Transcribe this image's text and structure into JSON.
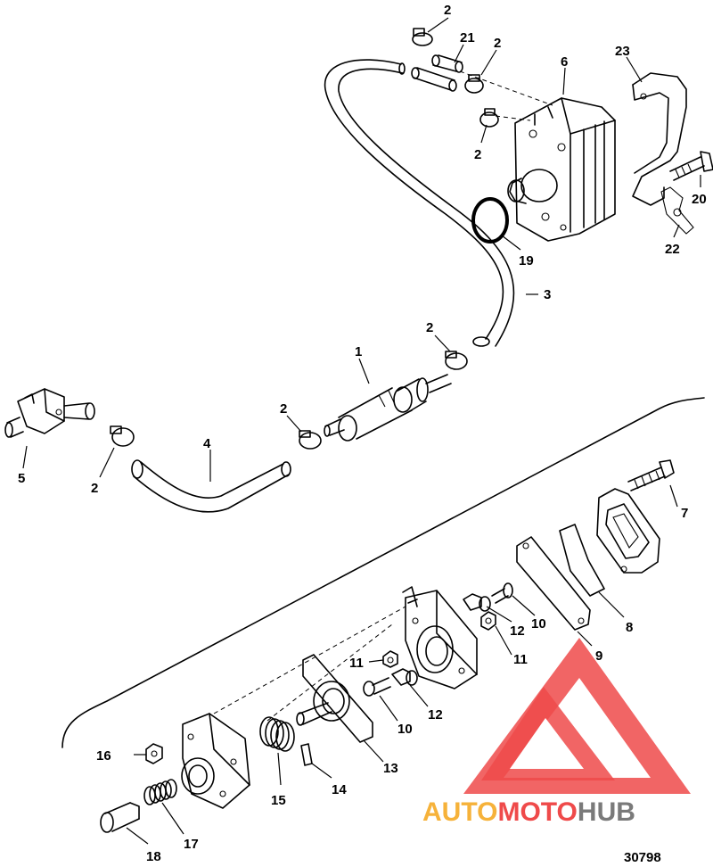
{
  "diagram": {
    "part_numbers": {
      "p1": "1",
      "p2": "2",
      "p3": "3",
      "p4": "4",
      "p5": "5",
      "p6": "6",
      "p7": "7",
      "p8": "8",
      "p9": "9",
      "p10": "10",
      "p11": "11",
      "p12": "12",
      "p13": "13",
      "p14": "14",
      "p15": "15",
      "p16": "16",
      "p17": "17",
      "p18": "18",
      "p19": "19",
      "p20": "20",
      "p21": "21",
      "p22": "22",
      "p23": "23"
    },
    "figure_number": "30798"
  },
  "watermark": {
    "part1": "AUTO",
    "part2": "MOTO",
    "part3": "HUB",
    "color_red": "#ef4a4a",
    "color_orange": "#f6b23a",
    "color_gray": "#7a7a7a"
  }
}
